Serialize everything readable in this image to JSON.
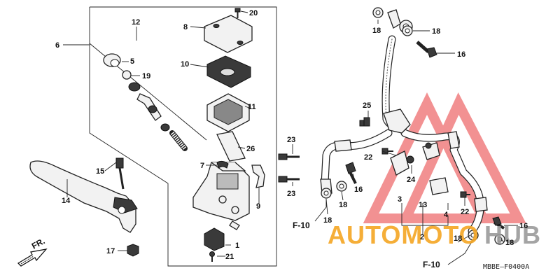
{
  "diagram_code": "MBBE–F0400A",
  "watermark": {
    "text_orange": "AUTOMOTO",
    "text_gray": "HUB",
    "color_orange": "#f5a623",
    "color_gray": "#9b9b9b",
    "triangle_color": "#e8393a"
  },
  "direction_label": "FR.",
  "ref_labels": [
    "F-10",
    "F-10"
  ],
  "part_numbers": {
    "n1": "1",
    "n2": "2",
    "n3": "3",
    "n4": "4",
    "n5": "5",
    "n6": "6",
    "n7": "7",
    "n8": "8",
    "n9": "9",
    "n10": "10",
    "n11": "11",
    "n12": "12",
    "n13": "13",
    "n14": "14",
    "n15": "15",
    "n16a": "16",
    "n16b": "16",
    "n16c": "16",
    "n17": "17",
    "n18a": "18",
    "n18b": "18",
    "n18c": "18",
    "n18d": "18",
    "n18e": "18",
    "n18f": "18",
    "n19": "19",
    "n20": "20",
    "n21": "21",
    "n22a": "22",
    "n22b": "22",
    "n23a": "23",
    "n23b": "23",
    "n24": "24",
    "n25": "25",
    "n26": "26"
  }
}
